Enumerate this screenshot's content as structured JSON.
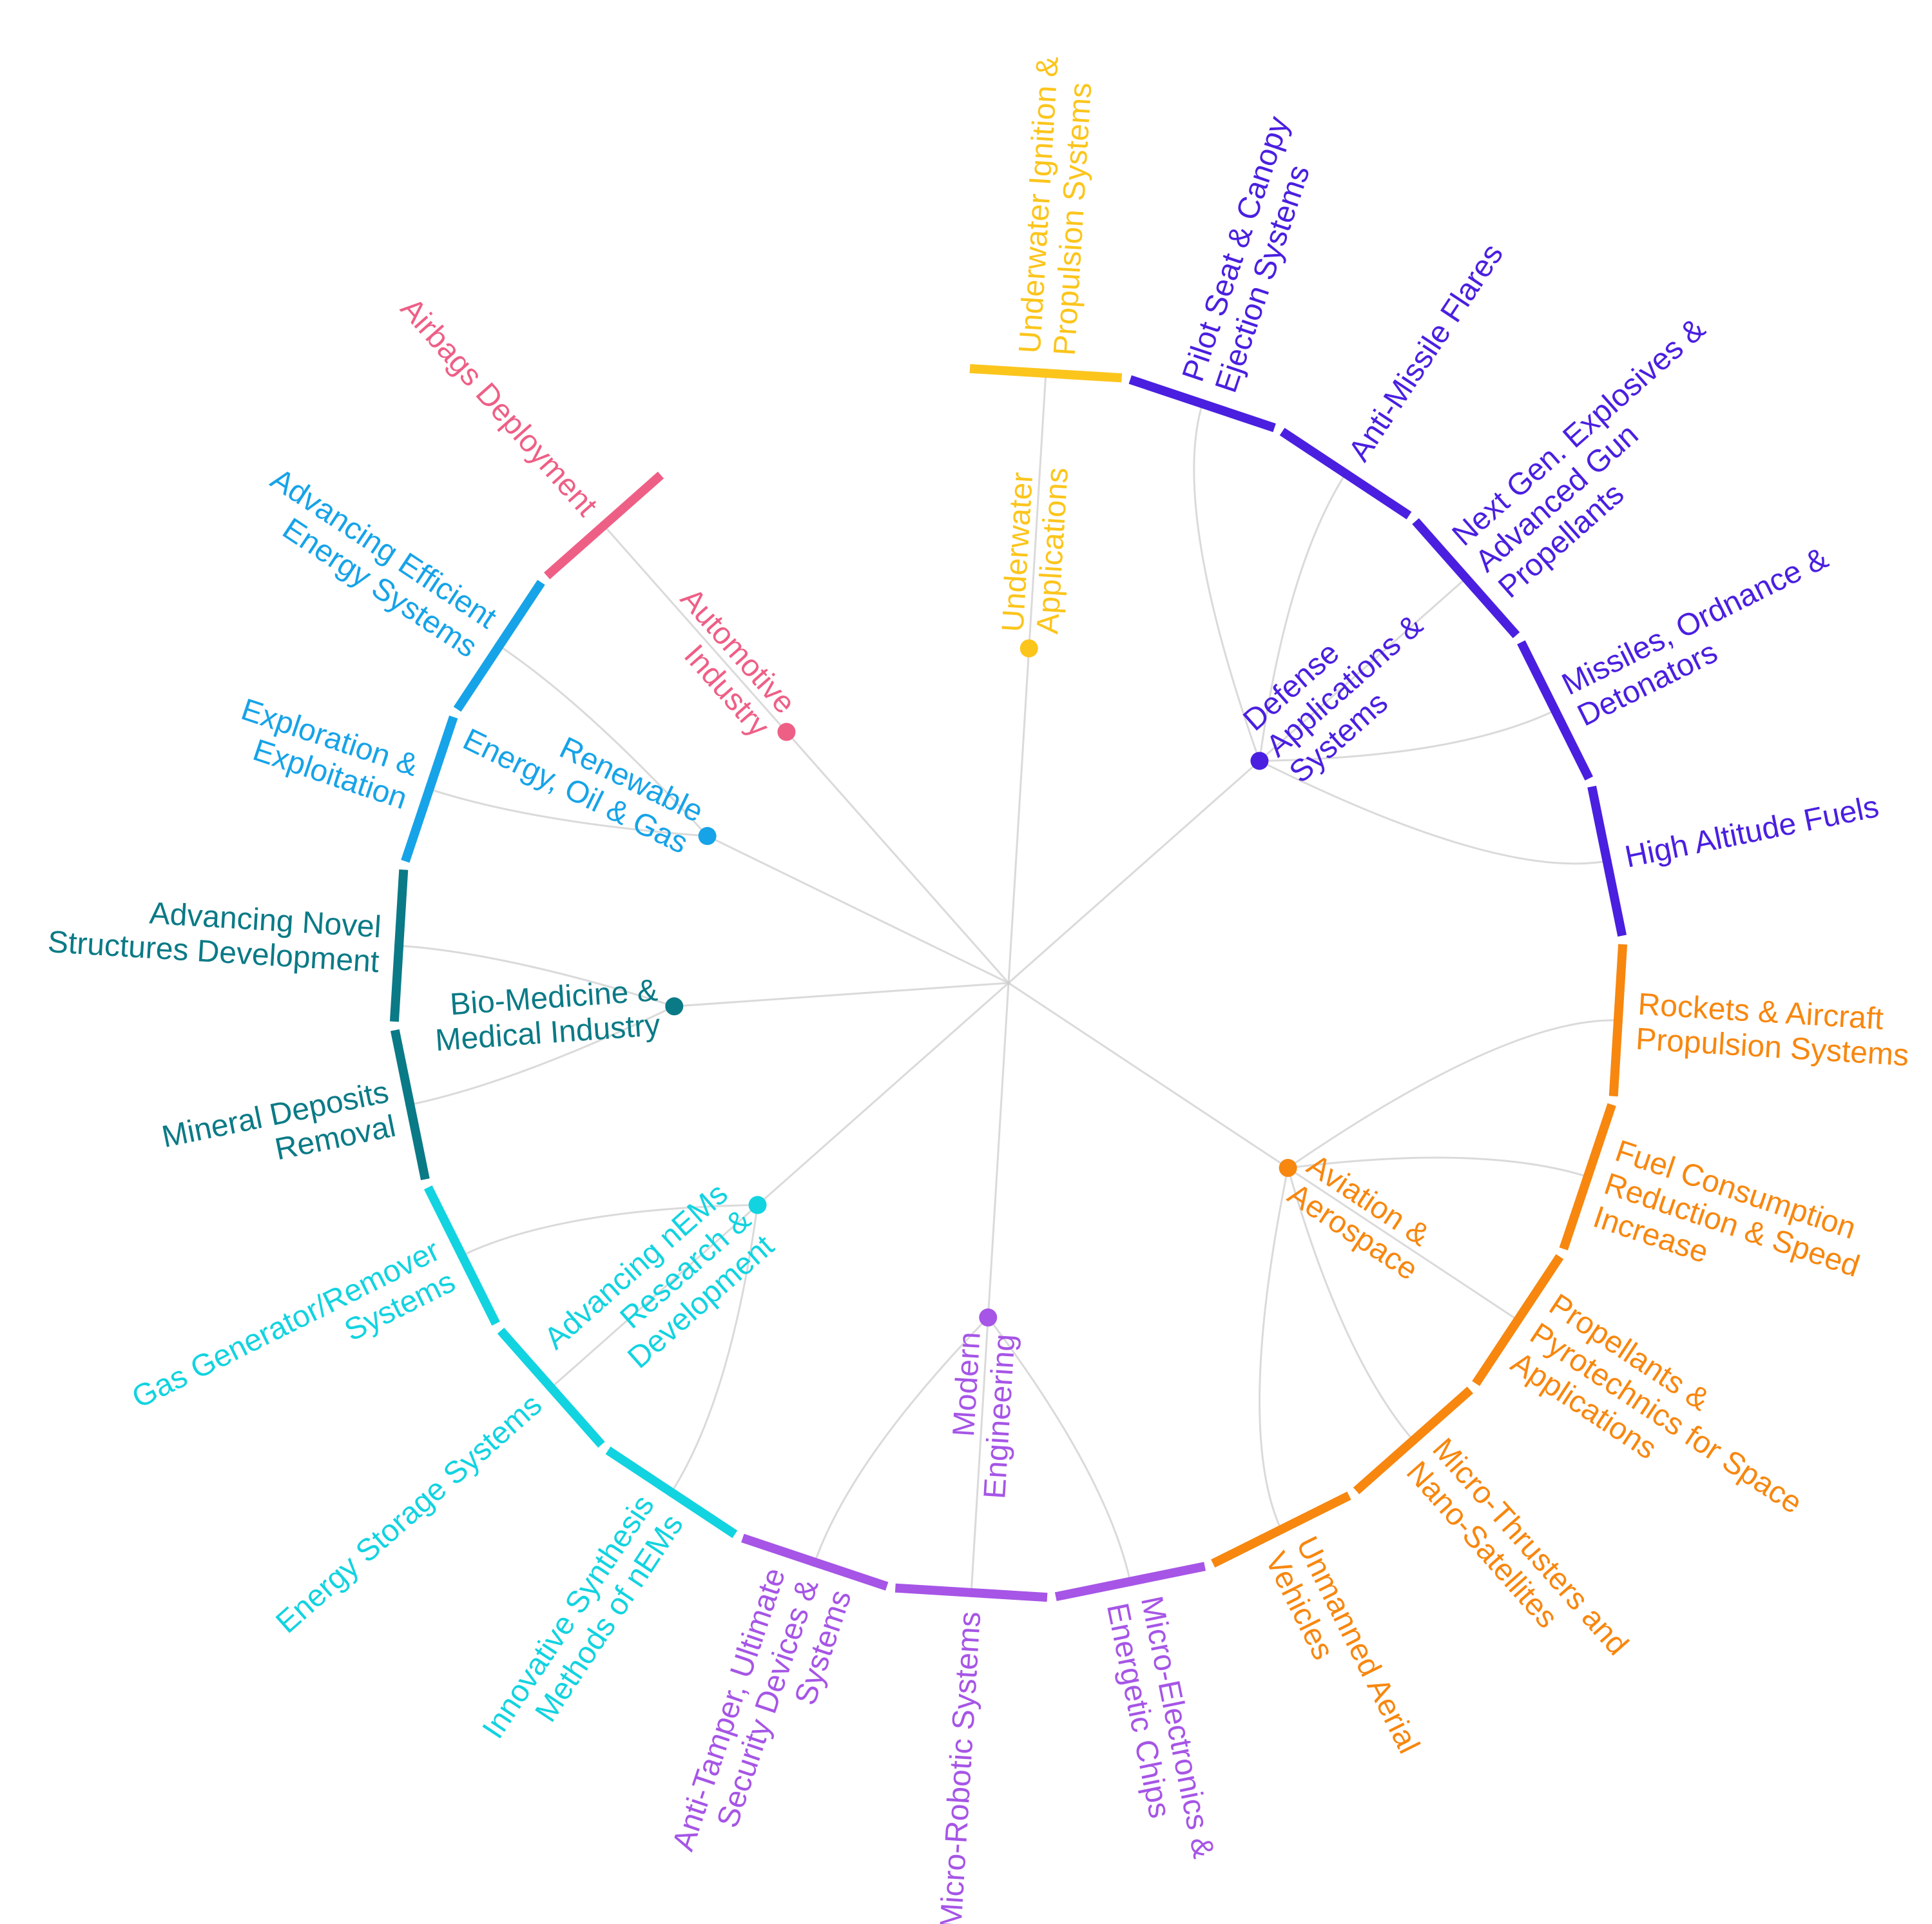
{
  "diagram": {
    "categories": [
      {
        "id": "defense",
        "label": [
          "Defense",
          "Applications &",
          "Systems"
        ],
        "color": "#4a1fe0",
        "leaves": [
          {
            "label": [
              "Pilot Seat & Canopy",
              "Ejection Systems"
            ]
          },
          {
            "label": [
              "Anti-Missile Flares"
            ]
          },
          {
            "label": [
              "Next Gen. Explosives &",
              "Advanced Gun",
              "Propellants"
            ]
          },
          {
            "label": [
              "Missiles, Ordnance &",
              "Detonators"
            ]
          },
          {
            "label": [
              "High Altitude Fuels"
            ]
          }
        ]
      },
      {
        "id": "aviation",
        "label": [
          "Aviation &",
          "Aerospace"
        ],
        "color": "#f7870f",
        "leaves": [
          {
            "label": [
              "Rockets & Aircraft",
              "Propulsion Systems"
            ]
          },
          {
            "label": [
              "Fuel Consumption",
              "Reduction & Speed",
              "Increase"
            ]
          },
          {
            "label": [
              "Propellants &",
              "Pyrotechnics for Space",
              "Applications"
            ]
          },
          {
            "label": [
              "Micro-Thrusters and",
              "Nano-Satellites"
            ]
          },
          {
            "label": [
              "Unmanned Aerial",
              "Vehicles"
            ]
          }
        ]
      },
      {
        "id": "modern",
        "label": [
          "Modern",
          "Engineering"
        ],
        "color": "#a655e6",
        "leaves": [
          {
            "label": [
              "Micro-Electronics &",
              "Energetic Chips"
            ]
          },
          {
            "label": [
              "Micro-Robotic Systems"
            ]
          },
          {
            "label": [
              "Anti-Tamper, Ultimate",
              "Security Devices &",
              "Systems"
            ]
          }
        ]
      },
      {
        "id": "nems",
        "label": [
          "Advancing nEMs",
          "Research &",
          "Development"
        ],
        "color": "#12d3e0",
        "leaves": [
          {
            "label": [
              "Innovative Synthesis",
              "Methods of nEMs"
            ]
          },
          {
            "label": [
              "Energy Storage Systems"
            ]
          },
          {
            "label": [
              "Gas Generator/Remover",
              "Systems"
            ]
          }
        ]
      },
      {
        "id": "biomed",
        "label": [
          "Bio-Medicine &",
          "Medical Industry"
        ],
        "color": "#0a7a86",
        "leaves": [
          {
            "label": [
              "Mineral Deposits",
              "Removal"
            ]
          },
          {
            "label": [
              "Advancing Novel",
              "Structures Development"
            ]
          }
        ]
      },
      {
        "id": "renewable",
        "label": [
          "Renewable",
          "Energy, Oil & Gas"
        ],
        "color": "#16a3e8",
        "leaves": [
          {
            "label": [
              "Exploration &",
              "Exploitation"
            ]
          },
          {
            "label": [
              "Advancing Efficient",
              "Energy Systems"
            ]
          }
        ]
      },
      {
        "id": "automotive",
        "label": [
          "Automotive",
          "Industry"
        ],
        "color": "#ee5f86",
        "leaves": [
          {
            "label": [
              "Airbags Deployment"
            ]
          }
        ]
      },
      {
        "id": "underwater",
        "label": [
          "Underwater",
          "Applications"
        ],
        "color": "#fcc51c",
        "leaves": [
          {
            "label": [
              "Underwater Ignition &",
              "Propulsion Systems"
            ]
          }
        ]
      }
    ]
  }
}
